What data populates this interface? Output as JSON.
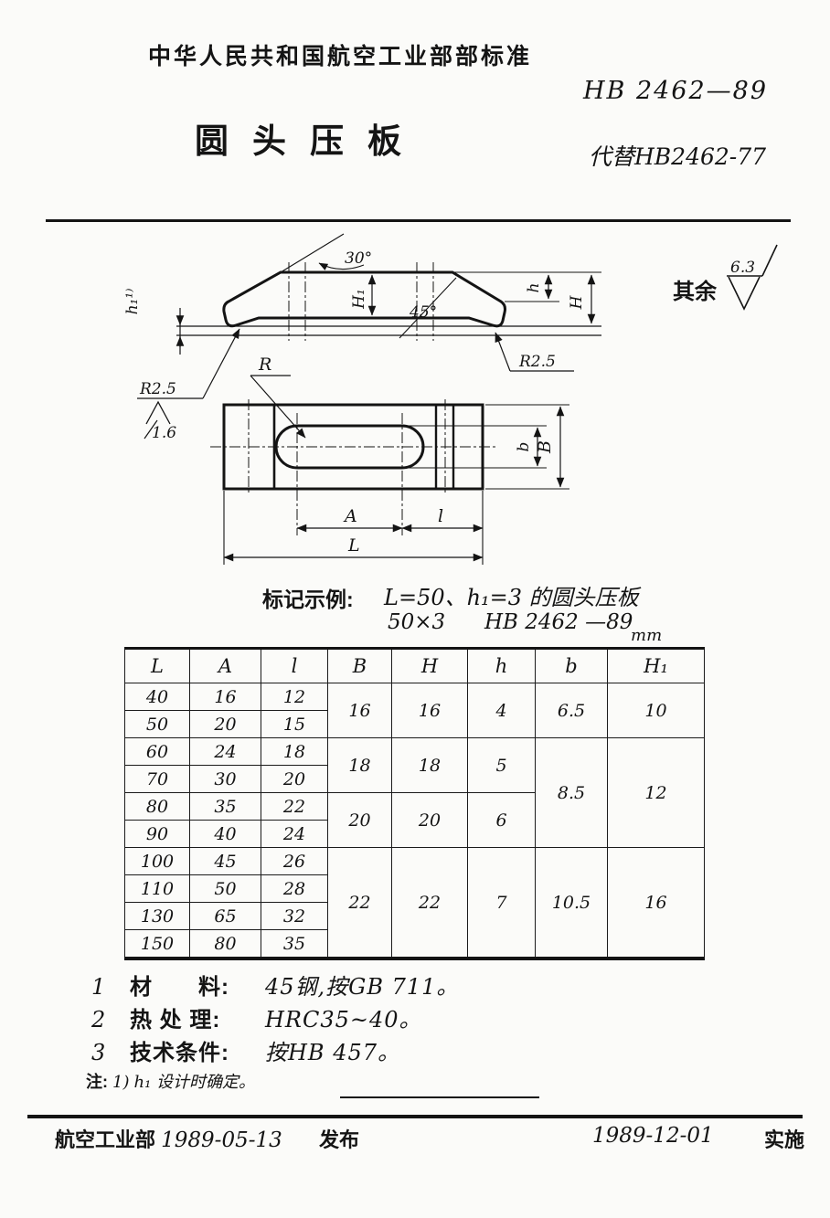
{
  "header": {
    "org": "中华人民共和国航空工业部部标准",
    "number": "HB 2462—89",
    "title": "圆头压板",
    "replaces": "代替HB2462-77"
  },
  "drawing": {
    "rest_label": "其余",
    "rest_value": "6.3",
    "angle_top": "30°",
    "angle_chamfer": "45°",
    "dim_H1": "H₁",
    "dim_h": "h",
    "dim_H": "H",
    "dim_h1": "h₁¹⁾",
    "radius_left": "R2.5",
    "radius_left_finish": "1.6",
    "radius_right": "R2.5",
    "slot_radius": "R",
    "dim_A": "A",
    "dim_l": "l",
    "dim_L": "L",
    "dim_b": "b",
    "dim_B": "B"
  },
  "marking": {
    "label": "标记示例:",
    "example_desc": "L=50、h₁=3 的圆头压板",
    "example_code": "50×3",
    "example_std": "HB 2462 —89",
    "unit": "mm"
  },
  "table": {
    "header": [
      "L",
      "A",
      "l",
      "B",
      "H",
      "h",
      "b",
      "H₁"
    ],
    "rows": [
      [
        "40",
        "16",
        "12",
        "16",
        "16",
        "4",
        "6.5",
        "10"
      ],
      [
        "50",
        "20",
        "15"
      ],
      [
        "60",
        "24",
        "18",
        "18",
        "18",
        "5",
        "8.5",
        "12"
      ],
      [
        "70",
        "30",
        "20"
      ],
      [
        "80",
        "35",
        "22",
        "20",
        "20",
        "6"
      ],
      [
        "90",
        "40",
        "24"
      ],
      [
        "100",
        "45",
        "26",
        "22",
        "22",
        "7",
        "10.5",
        "16"
      ],
      [
        "110",
        "50",
        "28"
      ],
      [
        "130",
        "65",
        "32"
      ],
      [
        "150",
        "80",
        "35"
      ]
    ]
  },
  "notes": [
    {
      "num": "1",
      "label": "材　　料:",
      "value": "45钢,按GB 711。"
    },
    {
      "num": "2",
      "label": "热 处 理:",
      "value": "HRC35~40。"
    },
    {
      "num": "3",
      "label": "技术条件:",
      "value": "按HB 457。"
    }
  ],
  "footnote": {
    "prefix": "注:",
    "ref": "1)",
    "text": "h₁ 设计时确定。"
  },
  "footer": {
    "org": "航空工业部",
    "publish_date": "1989-05-13",
    "publish_label": "发布",
    "implement_date": "1989-12-01",
    "implement_label": "实施"
  }
}
